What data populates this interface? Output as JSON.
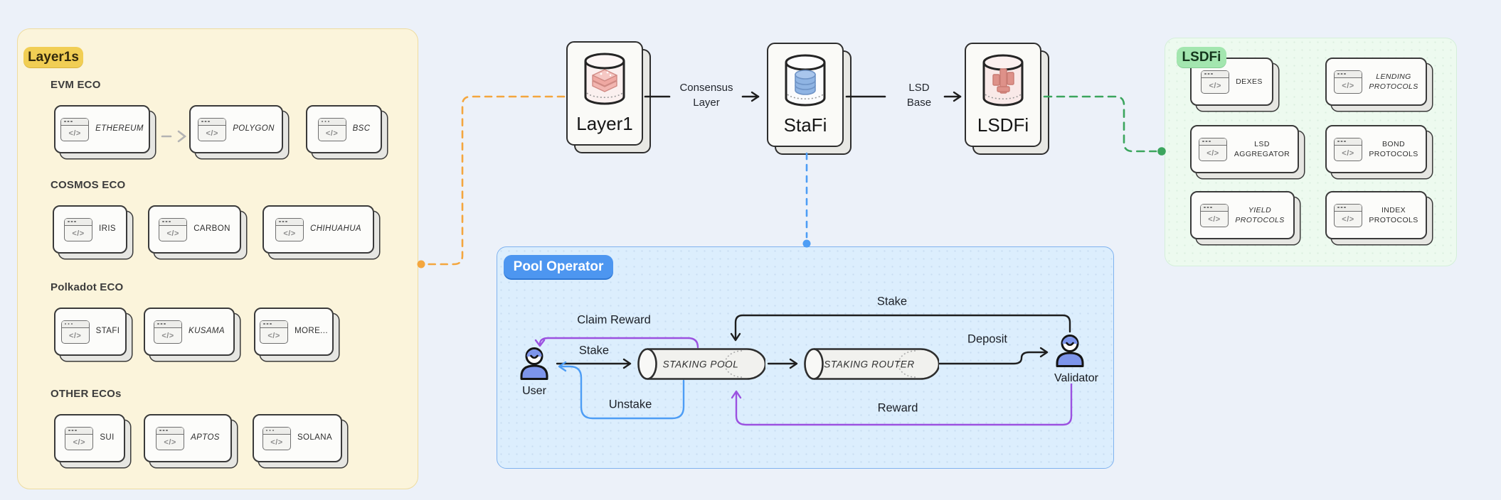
{
  "layer1s_panel": {
    "badge": "Layer1s",
    "sections": [
      {
        "label": "EVM ECO",
        "cards": [
          {
            "label": "ETHEREUM"
          },
          {
            "label": "POLYGON"
          },
          {
            "label": "BSC"
          }
        ]
      },
      {
        "label": "COSMOS ECO",
        "cards": [
          {
            "label": "IRIS"
          },
          {
            "label": "CARBON"
          },
          {
            "label": "CHIHUAHUA"
          }
        ]
      },
      {
        "label": "Polkadot ECO",
        "cards": [
          {
            "label": "STAFI"
          },
          {
            "label": "KUSAMA"
          },
          {
            "label": "MORE..."
          }
        ]
      },
      {
        "label": "OTHER ECOs",
        "cards": [
          {
            "label": "SUI"
          },
          {
            "label": "APTOS"
          },
          {
            "label": "SOLANA"
          }
        ]
      }
    ]
  },
  "chain": {
    "nodes": [
      {
        "title": "Layer1",
        "icon": "database-pink-layers-icon"
      },
      {
        "title": "StaFi",
        "icon": "database-blue-stack-icon"
      },
      {
        "title": "LSDFi",
        "icon": "database-red-blocks-icon"
      }
    ],
    "links": [
      {
        "label": "Consensus Layer"
      },
      {
        "label": "LSD Base"
      }
    ]
  },
  "lsdfi_panel": {
    "badge": "LSDFi",
    "cards": [
      {
        "label": "DEXES"
      },
      {
        "label": "LENDING PROTOCOLS"
      },
      {
        "label": "LSD AGGREGATOR"
      },
      {
        "label": "BOND PROTOCOLS"
      },
      {
        "label": "YIELD PROTOCOLS"
      },
      {
        "label": "INDEX PROTOCOLS"
      }
    ]
  },
  "pool_panel": {
    "badge": "Pool Operator",
    "actors": {
      "user": "User",
      "validator": "Validator"
    },
    "components": {
      "staking_pool": "STAKING POOL",
      "staking_router": "STAKING ROUTER"
    },
    "flows": {
      "claim_reward": "Claim Reward",
      "stake_user": "Stake",
      "unstake": "Unstake",
      "stake_validator": "Stake",
      "deposit": "Deposit",
      "reward": "Reward"
    }
  },
  "icons": {
    "code_window_glyph": "</>"
  },
  "colors": {
    "background": "#ECF1F9",
    "layer1s_bg": "#FBF4DB",
    "layer1s_badge": "#F1CE54",
    "lsdfi_bg": "#EDFAEF",
    "lsdfi_badge": "#A3E6AF",
    "pool_bg": "#DCEEFD",
    "pool_badge": "#4D96F0",
    "connector_orange": "#F4A63E",
    "connector_blue": "#4D9DF5",
    "connector_green": "#3BA55D",
    "arrow_black": "#1E1E1E",
    "arrow_purple": "#9B51E0",
    "person_fill": "#7D95EA"
  }
}
